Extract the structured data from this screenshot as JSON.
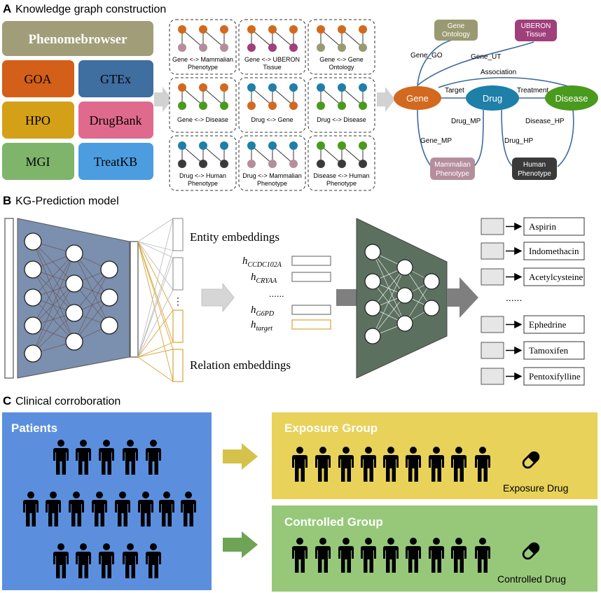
{
  "panel_a": {
    "letter": "A",
    "title": "Knowledge graph construction",
    "sources": {
      "header": "Phenomebrowser",
      "items": [
        "GOA",
        "GTEx",
        "HPO",
        "DrugBank",
        "MGI",
        "TreatKB"
      ]
    },
    "relation_boxes": [
      [
        "Gene <-> Mammalian",
        "Phenotype"
      ],
      [
        "Gene <-> UBERON",
        "Tissue"
      ],
      [
        "Gene <-> Gene",
        "Ontology"
      ],
      [
        "Gene <-> Disease"
      ],
      [
        "Drug <->  Gene"
      ],
      [
        "Drug <->  Disease"
      ],
      [
        "Drug <-> Human",
        "Phenotype"
      ],
      [
        "Drug <-> Mammalian",
        "Phenotype"
      ],
      [
        "Disease <-> Human",
        "Phenotype"
      ]
    ],
    "graph": {
      "nodes": {
        "gene": "Gene",
        "drug": "Drug",
        "disease": "Disease",
        "gene_ontology": [
          "Gene",
          "Ontology"
        ],
        "uberon": [
          "UBERON",
          "Tissue"
        ],
        "mammalian_phenotype": [
          "Mammalian",
          "Phenotype"
        ],
        "human_phenotype": [
          "Human",
          "Phenotype"
        ]
      },
      "edges": {
        "gene_go": "Gene_GO",
        "gene_ut": "Gene_UT",
        "association": "Association",
        "target": "Target",
        "treatment": "Treatment",
        "drug_mp": "Drug_MP",
        "gene_mp": "Gene_MP",
        "drug_hp": "Drug_HP",
        "disease_hp": "Disease_HP"
      }
    }
  },
  "panel_b": {
    "letter": "B",
    "title": "KG-Prediction model",
    "entity_label": "Entity embeddings",
    "relation_label": "Relation embeddings",
    "vector_ellipsis": "⋮",
    "h_labels": [
      {
        "base": "h",
        "sub": "CCDC102A"
      },
      {
        "base": "h",
        "sub": "CRYAA"
      },
      {
        "base": "......",
        "sub": ""
      },
      {
        "base": "h",
        "sub": "G6PD"
      },
      {
        "base": "h",
        "sub": "target"
      }
    ],
    "drugs": [
      "Aspirin",
      "Indomethacin",
      "Acetylcysteine",
      "Ephedrine",
      "Tamoxifen",
      "Pentoxifylline"
    ],
    "drug_ellipsis": "......"
  },
  "panel_c": {
    "letter": "C",
    "title": "Clinical corroboration",
    "patients_label": "Patients",
    "exposure_title": "Exposure Group",
    "exposure_drug": "Exposure Drug",
    "controlled_title": "Controlled Group",
    "controlled_drug": "Controlled Drug"
  },
  "colors": {
    "gene": "#d2691e",
    "drug": "#1e7fa8",
    "disease": "#4a9a1e",
    "go": "#9a9a72",
    "uberon": "#a0407a",
    "mammalian": "#b48e9c",
    "human": "#3a3a3a",
    "patients_bg": "#5b8fde",
    "exposure_bg": "#e8d25a",
    "controlled_bg": "#97c87a"
  }
}
